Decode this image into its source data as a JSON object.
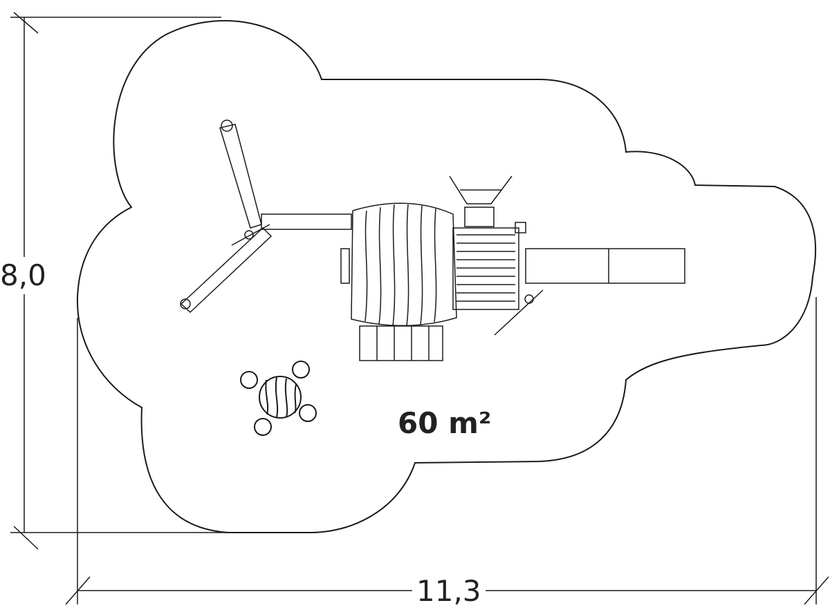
{
  "dimensions": {
    "width_label": "11,3",
    "height_label": "8,0"
  },
  "area_label": "60 m²",
  "colors": {
    "line": "#1a1a1a",
    "background": "#ffffff"
  }
}
